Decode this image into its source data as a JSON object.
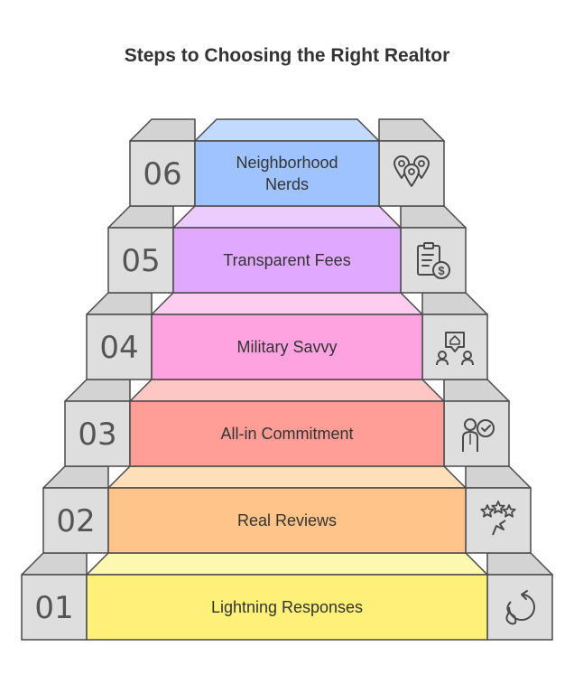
{
  "title": "Steps to Choosing the Right Realtor",
  "steps": [
    {
      "number": "01",
      "label_lines": [
        "Lightning Responses"
      ],
      "icon": "speed-refresh-icon",
      "color": "#fff07a",
      "top_color": "#fdf8b0"
    },
    {
      "number": "02",
      "label_lines": [
        "Real Reviews"
      ],
      "icon": "star-review-icon",
      "color": "#ffc489",
      "top_color": "#ffdfb9"
    },
    {
      "number": "03",
      "label_lines": [
        "All-in Commitment"
      ],
      "icon": "person-check-icon",
      "color": "#ff9d96",
      "top_color": "#ffc7c3"
    },
    {
      "number": "04",
      "label_lines": [
        "Military Savvy"
      ],
      "icon": "people-house-icon",
      "color": "#ffa3e0",
      "top_color": "#ffcdef"
    },
    {
      "number": "05",
      "label_lines": [
        "Transparent Fees"
      ],
      "icon": "clipboard-dollar-icon",
      "color": "#e0a9ff",
      "top_color": "#eccbff"
    },
    {
      "number": "06",
      "label_lines": [
        "Neighborhood",
        "Nerds"
      ],
      "icon": "location-pins-icon",
      "color": "#9ec3ff",
      "top_color": "#c3daff"
    }
  ],
  "colors": {
    "side": "#dedede",
    "side_top": "#d3d3d3",
    "stroke": "#4a4a4a",
    "text": "#333333",
    "number": "#555555"
  }
}
